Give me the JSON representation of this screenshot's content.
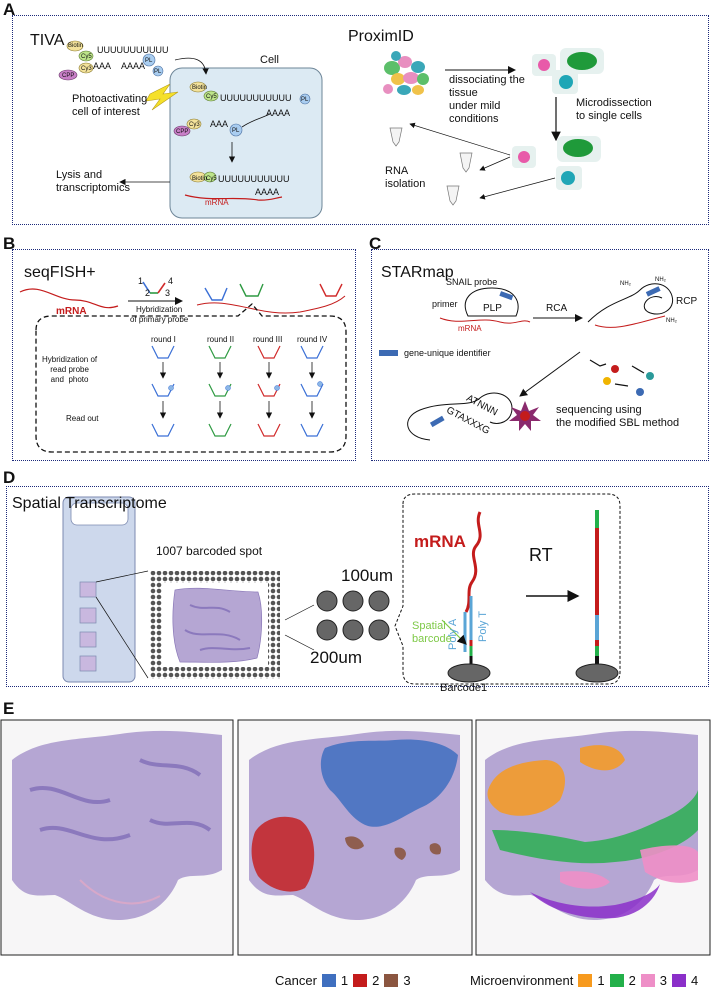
{
  "panels": {
    "a": {
      "letter": "A",
      "tiva": {
        "title": "TIVA",
        "cell": "Cell",
        "photo": "Photoactivating\ncell of interest",
        "lysis": "Lysis and\ntranscriptomics",
        "biotin": "Biotin",
        "cy5": "Cy5",
        "cy3": "Cy3",
        "cpp": "CPP",
        "pl": "PL",
        "poly_u": "UUUUUUUUUUU",
        "aaa": "AAA",
        "aaaa": "AAAA",
        "mrna": "mRNA"
      },
      "proximid": {
        "title": "ProximID",
        "dissociating": "dissociating the\ntissue\nunder mild\nconditions",
        "microdissection": "Microdissection\nto single cells",
        "rna": "RNA\nisolation"
      }
    },
    "b": {
      "letter": "B",
      "title": "seqFISH+",
      "mrna": "mRNA",
      "hybrid_primary": "Hybridization\nof primary probe",
      "n1": "1",
      "n2": "2",
      "n3": "3",
      "n4": "4",
      "rounds": [
        "round I",
        "round II",
        "round III",
        "round IV"
      ],
      "hybrid_read": "Hybridization of\nread probe\nand  photo",
      "readout": "Read out"
    },
    "c": {
      "letter": "C",
      "title": "STARmap",
      "snail": "SNAIL probe",
      "primer": "primer",
      "plp": "PLP",
      "mrna": "mRNA",
      "rca": "RCA",
      "rcp": "RCP",
      "gene": "gene-unique identifier",
      "seq": "sequencing using\nthe modified SBL method",
      "atnnn": "ATNNN",
      "gtaxxxg": "GTAXXXG",
      "nh2": "NH₂"
    },
    "d": {
      "letter": "D",
      "title": "Spatial Transcriptome",
      "barcoded": "1007 barcoded spot",
      "d100": "100um",
      "d200": "200um",
      "mrna": "mRNA",
      "rt": "RT",
      "polya": "Poly A",
      "polyt": "Poly T",
      "spatial": "Spatial\nbarcode",
      "barcode1": "Barcode1"
    },
    "e": {
      "letter": "E"
    }
  },
  "legend": {
    "cancer": {
      "label": "Cancer",
      "items": [
        {
          "label": "1",
          "color": "#3f6fbf"
        },
        {
          "label": "2",
          "color": "#c41c1c"
        },
        {
          "label": "3",
          "color": "#8b5640"
        }
      ]
    },
    "micro": {
      "label": "Microenvironment",
      "items": [
        {
          "label": "1",
          "color": "#f79a1e"
        },
        {
          "label": "2",
          "color": "#23b04a"
        },
        {
          "label": "3",
          "color": "#ee8fc7"
        },
        {
          "label": "4",
          "color": "#8b2fc9"
        }
      ]
    }
  },
  "colors": {
    "frame": "#1c2a7a",
    "cell_fill": "#dceaf3",
    "mrna_red": "#c41c1c",
    "tissue": "#b5a6d3",
    "blue_bar": "#3c6ab3",
    "green": "#23b04a"
  }
}
